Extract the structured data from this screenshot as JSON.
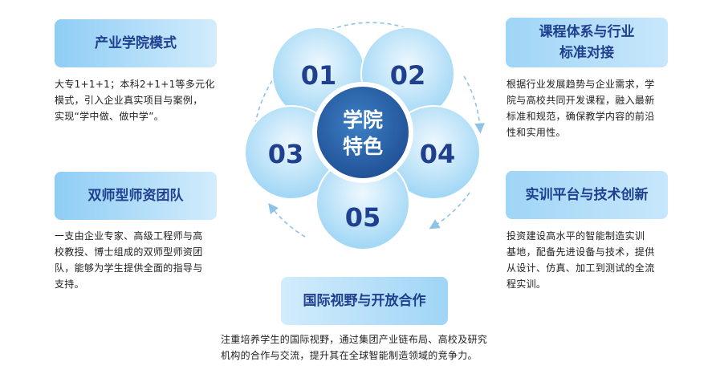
{
  "center": {
    "line1": "学院",
    "line2": "特色"
  },
  "petals": [
    "01",
    "02",
    "03",
    "04",
    "05"
  ],
  "features": [
    {
      "title_lines": [
        "产业学院模式"
      ],
      "desc_lines": [
        "大专1+1+1；本科2+1+1等多元化",
        "模式，引入企业真实项目与案例，",
        "实现“学中做、做中学”。"
      ]
    },
    {
      "title_lines": [
        "课程体系与行业",
        "标准对接"
      ],
      "desc_lines": [
        "根据行业发展趋势与企业需求，学",
        "院与高校共同开发课程，融入最新",
        "标准和规范，确保教学内容的前沿",
        "性和实用性。"
      ]
    },
    {
      "title_lines": [
        "双师型师资团队"
      ],
      "desc_lines": [
        "一支由企业专家、高级工程师与高",
        "校教授、博士组成的双师型师资团",
        "队，能够为学生提供全面的指导与",
        "支持。"
      ]
    },
    {
      "title_lines": [
        "实训平台与技术创新"
      ],
      "desc_lines": [
        "投资建设高水平的智能制造实训",
        "基地，配备先进设备与技术，提供",
        "从设计、仿真、加工到测试的全流",
        "程实训。"
      ]
    },
    {
      "title_lines": [
        "国际视野与开放合作"
      ],
      "desc_lines": [
        "注重培养学生的国际视野，通过集团产业链布局、高校及研究",
        "机构的合作与交流，提升其在全球智能制造领域的竞争力。"
      ]
    }
  ],
  "colors": {
    "title_text": "#1f3f8f",
    "center_fill": "#2f6bb3",
    "petal_light": "#e9f6fd",
    "petal_dark": "#a8daf6",
    "arrow": "#8fc3e6"
  }
}
